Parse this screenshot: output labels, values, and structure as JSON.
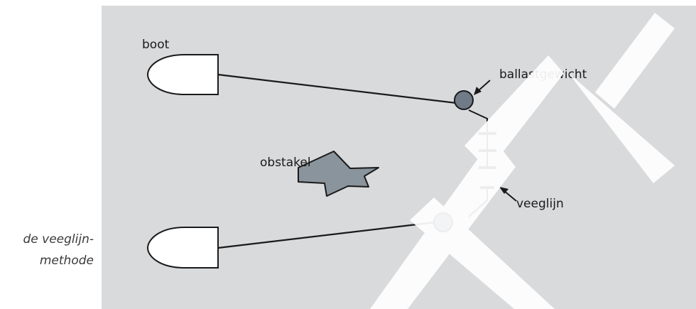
{
  "caption": {
    "line1": "de veeglijn-",
    "line2": "methode"
  },
  "diagram": {
    "labels": {
      "boat": "boot",
      "ballast_weight": "ballastgewicht",
      "obstacle": "obstakel",
      "sweep_line": "veeglijn"
    },
    "watermark": "EN",
    "colors": {
      "panel_background": "#d9dadc",
      "weight_fill": "#6f7c87",
      "obstacle_fill": "#8a949c",
      "watermark": "#ffffff",
      "stroke": "#1a1a1a"
    }
  }
}
